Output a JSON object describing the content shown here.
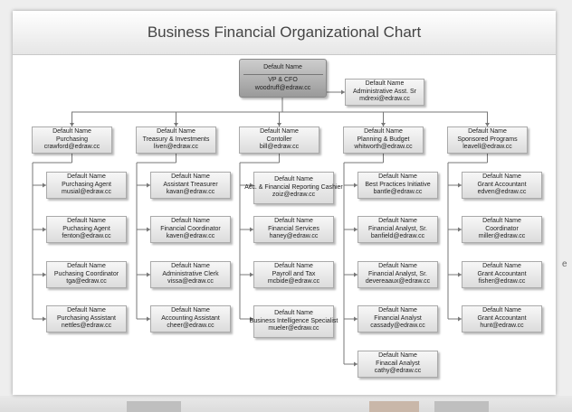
{
  "title": "Business Financial Organizational Chart",
  "vp": {
    "name": "Default Name",
    "title": "VP & CFO",
    "email": "woodruff@edraw.cc"
  },
  "assistant": {
    "name": "Default Name",
    "title": "Administrative Asst. Sr",
    "email": "mdrexi@edraw.cc"
  },
  "departments": [
    {
      "name": "Default Name",
      "title": "Purchasing",
      "email": "crawford@edraw.cc",
      "staff": [
        {
          "name": "Default Name",
          "title": "Purchasing Agent",
          "email": "musial@edraw.cc"
        },
        {
          "name": "Default Name",
          "title": "Puchasing Agent",
          "email": "fenton@edraw.cc"
        },
        {
          "name": "Default Name",
          "title": "Puchasing Coordinator",
          "email": "tga@edraw.cc"
        },
        {
          "name": "Default Name",
          "title": "Purchasing Assistant",
          "email": "nettles@edraw.cc"
        }
      ]
    },
    {
      "name": "Default Name",
      "title": "Treasury & Investments",
      "email": "liven@edraw.cc",
      "staff": [
        {
          "name": "Default Name",
          "title": "Assistant Treasurer",
          "email": "kavan@edraw.cc"
        },
        {
          "name": "Default Name",
          "title": "Financial Coordinator",
          "email": "kaven@edraw.cc"
        },
        {
          "name": "Default Name",
          "title": "Administrative Clerk",
          "email": "vissa@edraw.cc"
        },
        {
          "name": "Default Name",
          "title": "Accounting Assistant",
          "email": "cheer@edraw.cc"
        }
      ]
    },
    {
      "name": "Default Name",
      "title": "Contoller",
      "email": "bill@edraw.cc",
      "staff": [
        {
          "name": "Default Name",
          "title": "Acc. & Financial Reporting Cashier",
          "email": "zoiz@edraw.cc"
        },
        {
          "name": "Default Name",
          "title": "Financial Services",
          "email": "haney@edraw.cc"
        },
        {
          "name": "Default Name",
          "title": "Payroll and Tax",
          "email": "mcbide@edraw.cc"
        },
        {
          "name": "Default Name",
          "title": "Business Intelligence Specialist",
          "email": "mueler@edraw.cc"
        }
      ]
    },
    {
      "name": "Default Name",
      "title": "Planning & Budget",
      "email": "whitworth@edraw.cc",
      "staff": [
        {
          "name": "Default Name",
          "title": "Best Practices Initiative",
          "email": "bantle@edraw.cc"
        },
        {
          "name": "Default Name",
          "title": "Financial Analyst, Sr.",
          "email": "banfield@edraw.cc"
        },
        {
          "name": "Default Name",
          "title": "Financial Analyst, Sr.",
          "email": "devereaaux@edraw.cc"
        },
        {
          "name": "Default Name",
          "title": "Financial Analyst",
          "email": "cassady@edraw.cc"
        },
        {
          "name": "Default Name",
          "title": "Finacail Analyst",
          "email": "cathy@edraw.cc"
        }
      ]
    },
    {
      "name": "Default Name",
      "title": "Sponsored Programs",
      "email": "leavell@edraw.cc",
      "staff": [
        {
          "name": "Default Name",
          "title": "Grant Accountant",
          "email": "edven@edraw.cc"
        },
        {
          "name": "Default Name",
          "title": "Coordinator",
          "email": "miller@edraw.cc"
        },
        {
          "name": "Default Name",
          "title": "Grant Accountant",
          "email": "fisher@edraw.cc"
        },
        {
          "name": "Default Name",
          "title": "Grant Accountant",
          "email": "hunt@edraw.cc"
        }
      ]
    }
  ],
  "edge_mark": "e"
}
